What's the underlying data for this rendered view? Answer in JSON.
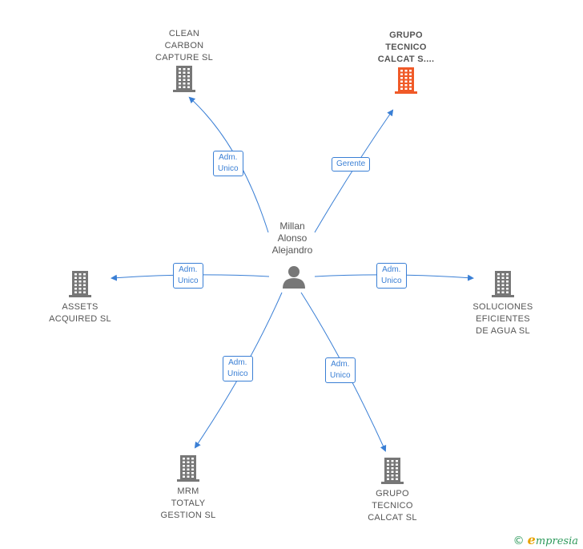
{
  "colors": {
    "edge": "#3a7fd5",
    "building": "#777777",
    "building_highlight": "#f05a28",
    "person": "#777777"
  },
  "person": {
    "label": "Millan\nAlonso\nAlejandro",
    "icon": "person-icon"
  },
  "companies": [
    {
      "id": "clean_carbon",
      "label": "CLEAN\nCARBON\nCAPTURE  SL",
      "highlight": false
    },
    {
      "id": "grupo_tecnico_top",
      "label": "GRUPO\nTECNICO\nCALCAT S....",
      "highlight": true
    },
    {
      "id": "assets",
      "label": "ASSETS\nACQUIRED SL",
      "highlight": false
    },
    {
      "id": "soluciones",
      "label": "SOLUCIONES\nEFICIENTES\nDE AGUA  SL",
      "highlight": false
    },
    {
      "id": "mrm",
      "label": "MRM\nTOTALY\nGESTION SL",
      "highlight": false
    },
    {
      "id": "grupo_tecnico_bottom",
      "label": "GRUPO\nTECNICO\nCALCAT SL",
      "highlight": false
    }
  ],
  "relations": [
    {
      "target": "clean_carbon",
      "role": "Adm.\nUnico"
    },
    {
      "target": "grupo_tecnico_top",
      "role": "Gerente"
    },
    {
      "target": "assets",
      "role": "Adm.\nUnico"
    },
    {
      "target": "soluciones",
      "role": "Adm.\nUnico"
    },
    {
      "target": "mrm",
      "role": "Adm.\nUnico"
    },
    {
      "target": "grupo_tecnico_bottom",
      "role": "Adm.\nUnico"
    }
  ],
  "brand": {
    "copyright": "©",
    "first_letter": "e",
    "rest": "mpresia"
  }
}
